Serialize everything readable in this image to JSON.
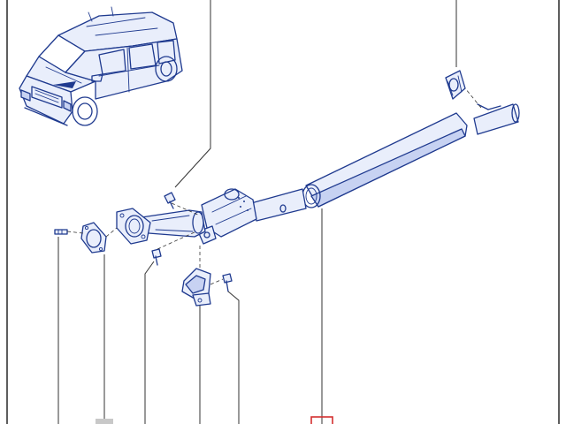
{
  "diagram": {
    "colors": {
      "line": "#1f3a8f",
      "fill": "#e9eefb",
      "shade": "#c7d2f2",
      "leader": "#333333",
      "highlight_red": "#d32f2f",
      "highlight_grey": "#c8c8c8"
    },
    "parts": [
      "car-silhouette",
      "exhaust-silencer",
      "catalytic-converter",
      "front-flange-pipe",
      "gasket",
      "rubber-hanger",
      "hanger-bracket",
      "stud-bolt",
      "bolt",
      "screw",
      "clamp-screw"
    ]
  }
}
